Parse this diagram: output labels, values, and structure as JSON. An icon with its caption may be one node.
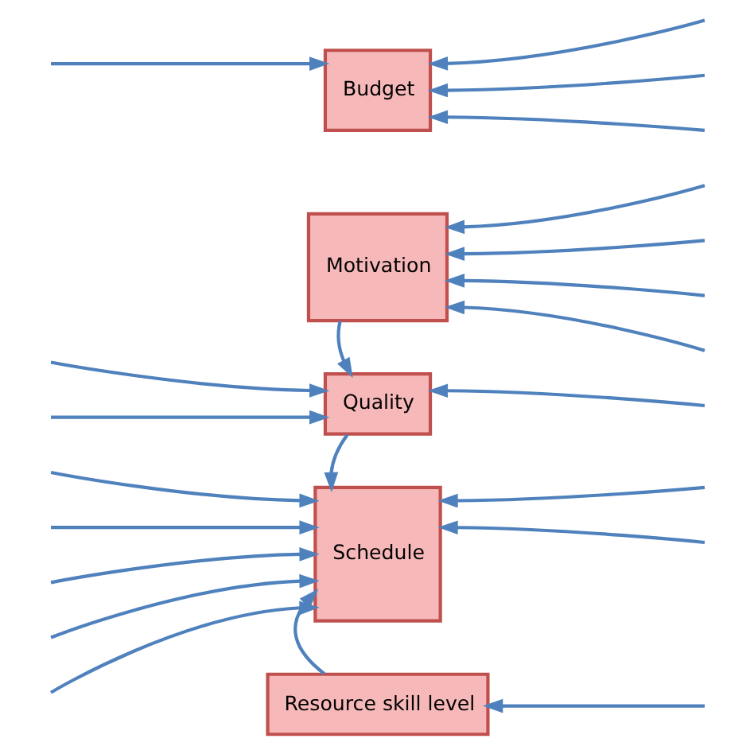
{
  "diagram": {
    "nodes": [
      {
        "text": [
          "Budget"
        ]
      },
      {
        "text": [
          "Motivation"
        ]
      },
      {
        "text": [
          "Quality"
        ]
      },
      {
        "text": [
          "Schedule"
        ]
      },
      {
        "text": [
          "Resource skill level"
        ]
      }
    ],
    "edges": [
      {
        "from": null,
        "to": 0,
        "arrow": "to"
      },
      {
        "from": null,
        "to": 2,
        "arrow": "to"
      },
      {
        "from": null,
        "to": 2,
        "arrow": "to"
      },
      {
        "from": null,
        "to": 3,
        "arrow": "to"
      },
      {
        "from": null,
        "to": 3,
        "arrow": "to"
      },
      {
        "from": null,
        "to": 3,
        "arrow": "to"
      },
      {
        "from": null,
        "to": 3,
        "arrow": "to"
      },
      {
        "from": null,
        "to": 3,
        "arrow": "to"
      },
      {
        "from": 1,
        "to": 2,
        "arrow": "to"
      },
      {
        "from": 2,
        "to": 3,
        "arrow": "to"
      },
      {
        "from": 4,
        "to": 3,
        "arrow": "to"
      },
      {
        "from": null,
        "to": 0,
        "arrow": "to"
      },
      {
        "from": null,
        "to": 0,
        "arrow": "to"
      },
      {
        "from": null,
        "to": 0,
        "arrow": "to"
      },
      {
        "from": null,
        "to": 1,
        "arrow": "to"
      },
      {
        "from": null,
        "to": 1,
        "arrow": "to"
      },
      {
        "from": null,
        "to": 1,
        "arrow": "to"
      },
      {
        "from": null,
        "to": 1,
        "arrow": "to"
      },
      {
        "from": null,
        "to": 2,
        "arrow": "to"
      },
      {
        "from": null,
        "to": 3,
        "arrow": "to"
      },
      {
        "from": null,
        "to": 3,
        "arrow": "to"
      },
      {
        "from": null,
        "to": 4,
        "arrow": "to"
      }
    ]
  }
}
